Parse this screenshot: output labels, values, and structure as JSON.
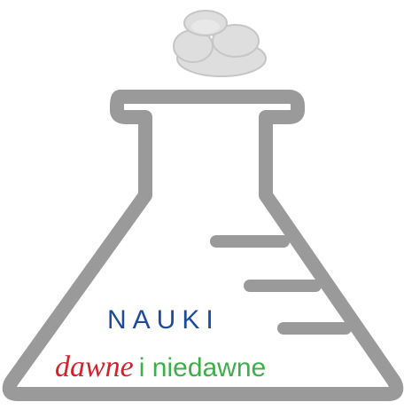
{
  "logo": {
    "line1": "NAUKI",
    "line2_red": "dawne",
    "line2_green": "i niedawne",
    "icon": "erlenmeyer-flask-icon",
    "steam_icon": "steam-cloud-icon"
  },
  "colors": {
    "flask_gray": "#9a9a9a",
    "steam_gray": "#dedede",
    "nauki_blue": "#1f4a9a",
    "dawne_red": "#d3232a",
    "niedawne_green": "#3fae49"
  }
}
